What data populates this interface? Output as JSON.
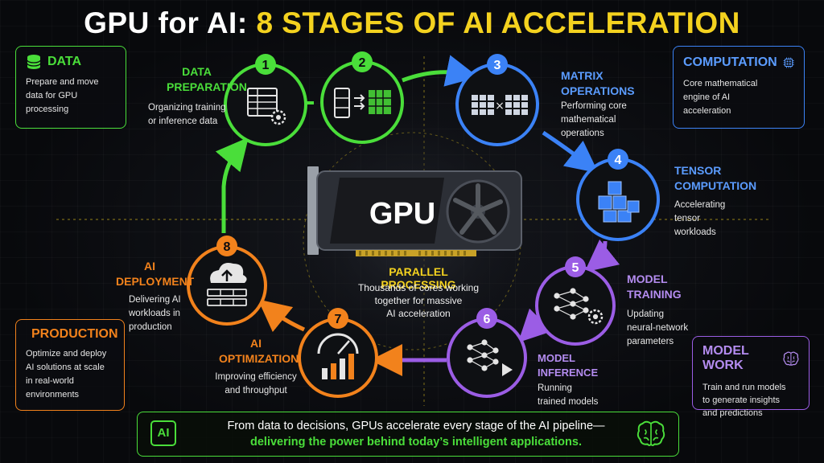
{
  "title": {
    "prefix": "GPU for AI:",
    "highlight": "8 STAGES OF AI ACCELERATION"
  },
  "colors": {
    "green": "#4ade3a",
    "blue": "#3b82f6",
    "purple": "#9b5de5",
    "orange": "#f2821c",
    "yellow": "#f4d21f"
  },
  "side_boxes": {
    "data": {
      "title": "DATA",
      "text": [
        "Prepare and move",
        "data for GPU",
        "processing"
      ],
      "icon": "database-icon"
    },
    "computation": {
      "title": "COMPUTATION",
      "text": [
        "Core mathematical",
        "engine of AI",
        "acceleration"
      ],
      "icon": "chip-icon"
    },
    "production": {
      "title": "PRODUCTION",
      "text": [
        "Optimize and deploy",
        "AI solutions at scale",
        "in real-world",
        "environments"
      ],
      "icon": "cloud-icon"
    },
    "model_work": {
      "title": "MODEL WORK",
      "text": [
        "Train and run models",
        "to generate insights",
        "and predictions"
      ],
      "icon": "brain-icon"
    }
  },
  "stages": [
    {
      "num": "1",
      "title": [
        "DATA",
        "PREPARATION"
      ],
      "desc": [
        "Organizing training",
        "or inference data"
      ],
      "icon": "spreadsheet-gear-icon"
    },
    {
      "num": "2",
      "title": [],
      "desc": [],
      "icon": "server-to-grid-icon"
    },
    {
      "num": "3",
      "title": [
        "MATRIX",
        "OPERATIONS"
      ],
      "desc": [
        "Performing core",
        "mathematical",
        "operations"
      ],
      "icon": "matrix-multiply-icon"
    },
    {
      "num": "4",
      "title": [
        "TENSOR",
        "COMPUTATION"
      ],
      "desc": [
        "Accelerating",
        "tensor",
        "workloads"
      ],
      "icon": "cubes-icon"
    },
    {
      "num": "5",
      "title": [
        "MODEL",
        "TRAINING"
      ],
      "desc": [
        "Updating",
        "neural-network",
        "parameters"
      ],
      "icon": "neural-network-gear-icon"
    },
    {
      "num": "6",
      "title": [
        "MODEL",
        "INFERENCE"
      ],
      "desc": [
        "Running",
        "trained models"
      ],
      "icon": "neural-network-play-icon"
    },
    {
      "num": "7",
      "title": [
        "AI",
        "OPTIMIZATION"
      ],
      "desc": [
        "Improving efficiency",
        "and throughput"
      ],
      "icon": "gauge-chart-icon"
    },
    {
      "num": "8",
      "title": [
        "AI",
        "DEPLOYMENT"
      ],
      "desc": [
        "Delivering AI",
        "workloads in",
        "production"
      ],
      "icon": "cloud-upload-server-icon"
    }
  ],
  "center": {
    "gpu_label": "GPU",
    "title": "PARALLEL PROCESSING",
    "desc": [
      "Thousands of cores working",
      "together for massive",
      "AI acceleration"
    ]
  },
  "footer": {
    "badge": "AI",
    "line1": "From data to decisions, GPUs accelerate every stage of the AI pipeline—",
    "line2": "delivering the power behind today’s intelligent applications.",
    "icon": "brain-icon"
  }
}
